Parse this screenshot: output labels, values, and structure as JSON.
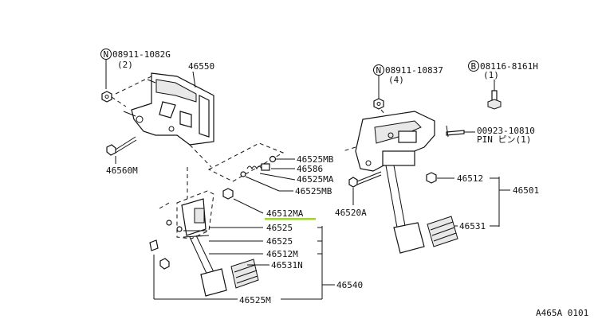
{
  "diagram": {
    "left_assembly": {
      "nut_marker": "N",
      "nut_part": "08911-1082G",
      "nut_qty": "(2)",
      "bracket": "46550",
      "bolt": "46560M",
      "spring_upper": "46525MB",
      "collar": "46586",
      "spring_mid": "46525MA",
      "spring_lower": "46525MB",
      "pin_nut": "46512MA",
      "bushing_1": "46525",
      "bushing_2": "46525",
      "shaft": "46512M",
      "pad": "46531N",
      "pedal_assy": "46540",
      "bottom_bushing": "46525M"
    },
    "right_assembly": {
      "nut_marker": "N",
      "nut_part": "08911-10837",
      "nut_qty": "(4)",
      "bolt_marker": "B",
      "bolt_part": "08116-8161H",
      "bolt_qty": "(1)",
      "pin_part": "00923-10810",
      "pin_label": "PIN ピン(1)",
      "shaft": "46512",
      "pedal_assy": "46501",
      "pivot_bolt": "46520A",
      "pad": "46531"
    },
    "diagram_code": "A465A 0101"
  },
  "colors": {
    "line": "#111111",
    "highlight": "#9fd13a",
    "background": "#ffffff"
  }
}
